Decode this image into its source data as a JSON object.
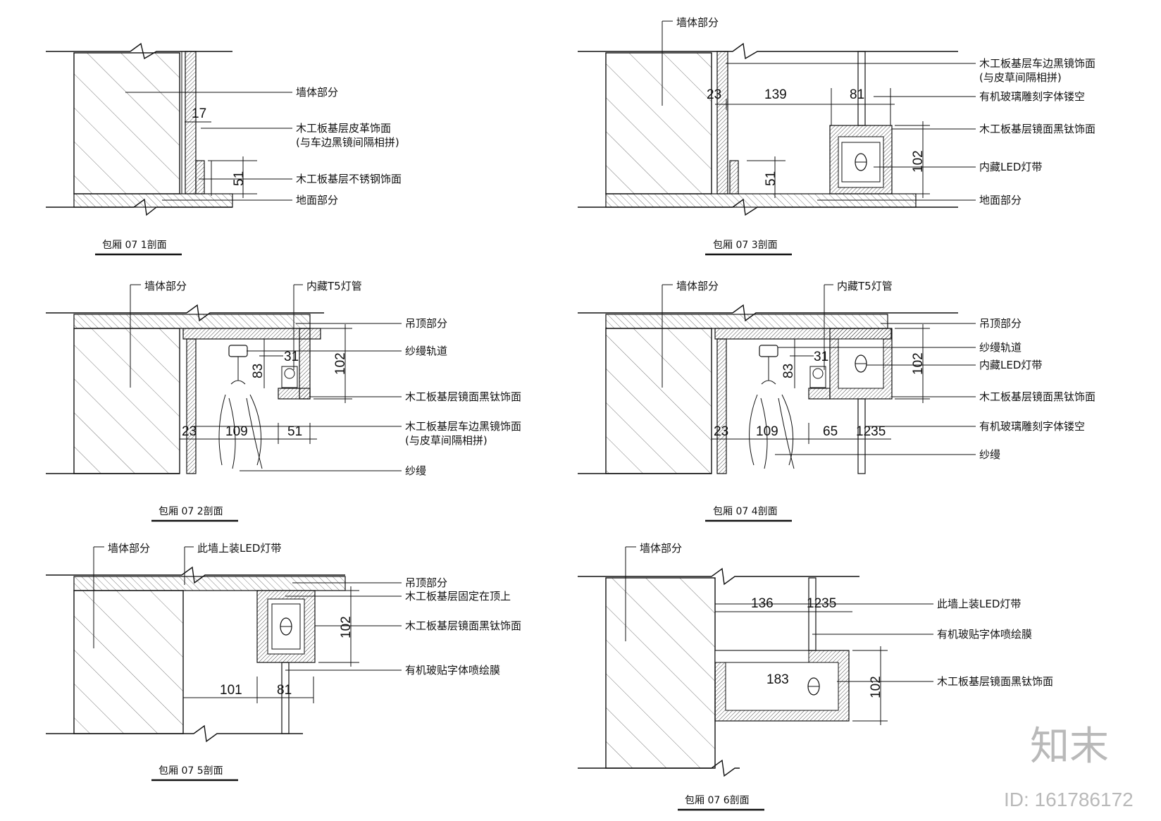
{
  "drawing": {
    "watermark": {
      "brand": "知末",
      "id": "ID: 161786172"
    },
    "sections": [
      {
        "title": "包厢 07 1剖面",
        "labels": [
          "墙体部分",
          "木工板基层皮革饰面",
          "(与车边黑镜间隔相拼)",
          "木工板基层不锈钢饰面",
          "地面部分"
        ],
        "dimensions": [
          "17",
          "51"
        ]
      },
      {
        "title": "包厢 07 3剖面",
        "labels": [
          "墙体部分",
          "木工板基层车边黑镜饰面",
          "(与皮草间隔相拼)",
          "有机玻璃雕刻字体镂空",
          "木工板基层镜面黑钛饰面",
          "内藏LED灯带",
          "地面部分"
        ],
        "dimensions": [
          "23",
          "139",
          "81",
          "102",
          "51"
        ]
      },
      {
        "title": "包厢 07 2剖面",
        "labels": [
          "墙体部分",
          "内藏T5灯管",
          "吊顶部分",
          "纱缦轨道",
          "木工板基层镜面黑钛饰面",
          "木工板基层车边黑镜饰面",
          "(与皮草间隔相拼)",
          "纱缦"
        ],
        "dimensions": [
          "31",
          "83",
          "102",
          "23",
          "109",
          "51"
        ]
      },
      {
        "title": "包厢 07 4剖面",
        "labels": [
          "墙体部分",
          "内藏T5灯管",
          "吊顶部分",
          "纱缦轨道",
          "内藏LED灯带",
          "木工板基层镜面黑钛饰面",
          "有机玻璃雕刻字体镂空",
          "纱缦"
        ],
        "dimensions": [
          "31",
          "83",
          "102",
          "23",
          "109",
          "65",
          "1235"
        ]
      },
      {
        "title": "包厢 07 5剖面",
        "labels": [
          "墙体部分",
          "此墙上装LED灯带",
          "吊顶部分",
          "木工板基层固定在顶上",
          "木工板基层镜面黑钛饰面",
          "有机玻贴字体喷绘膜"
        ],
        "dimensions": [
          "102",
          "101",
          "81"
        ]
      },
      {
        "title": "包厢 07 6剖面",
        "labels": [
          "墙体部分",
          "此墙上装LED灯带",
          "有机玻贴字体喷绘膜",
          "木工板基层镜面黑钛饰面"
        ],
        "dimensions": [
          "136",
          "1235",
          "183",
          "102"
        ]
      }
    ]
  }
}
